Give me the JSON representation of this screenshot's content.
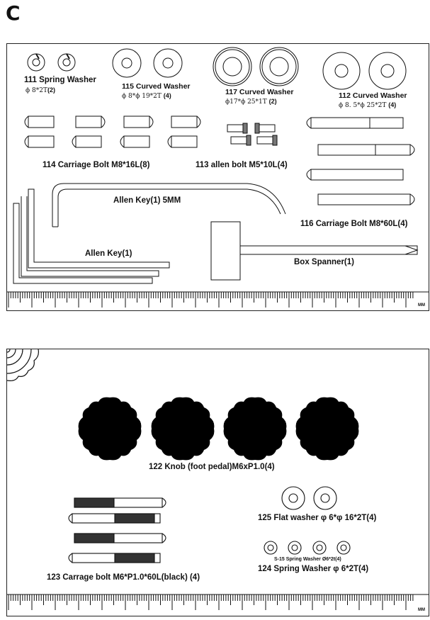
{
  "section_letter": "C",
  "top_panel": {
    "items": [
      {
        "key": "spring_washer_111",
        "label": "111 Spring Washer",
        "spec": "ϕ 8*2T",
        "qty": "(2)"
      },
      {
        "key": "curved_washer_115",
        "label": "115 Curved Washer",
        "spec": "ϕ 8*ϕ 19*2T",
        "qty": "(4)"
      },
      {
        "key": "curved_washer_117",
        "label": "117 Curved Washer",
        "spec": "ϕ17*ϕ 25*1T",
        "qty": "(2)"
      },
      {
        "key": "curved_washer_112",
        "label": "112 Curved Washer",
        "spec": "ϕ 8. 5*ϕ 25*2T",
        "qty": "(4)"
      },
      {
        "key": "carriage_bolt_114",
        "label": "114 Carriage Bolt  M8*16L(8)"
      },
      {
        "key": "allen_bolt_113",
        "label": "113 allen bolt  M5*10L(4)"
      },
      {
        "key": "allen_key_5mm",
        "label": "Allen Key(1) 5MM"
      },
      {
        "key": "carriage_bolt_116",
        "label": "116 Carriage Bolt  M8*60L(4)"
      },
      {
        "key": "allen_key",
        "label": "Allen Key(1)"
      },
      {
        "key": "box_spanner",
        "label": "Box Spanner(1)"
      }
    ],
    "ruler_unit": "MM"
  },
  "bottom_panel": {
    "items": [
      {
        "key": "knob_122",
        "label": "122 Knob (foot pedal)M6xP1.0(4)"
      },
      {
        "key": "flat_washer_125",
        "label": "125 Flat washer  φ 6*φ 16*2T(4)"
      },
      {
        "key": "carrage_bolt_123",
        "label": "123 Carrage bolt M6*P1.0*60L(black) (4)"
      },
      {
        "key": "spring_washer_124",
        "label": "124 Spring Washer φ 6*2T(4)"
      },
      {
        "key": "s15_note",
        "label": "S-15  Spring Washer",
        "extra": "Ø6*2t(4)"
      }
    ],
    "ruler_unit": "MM"
  }
}
